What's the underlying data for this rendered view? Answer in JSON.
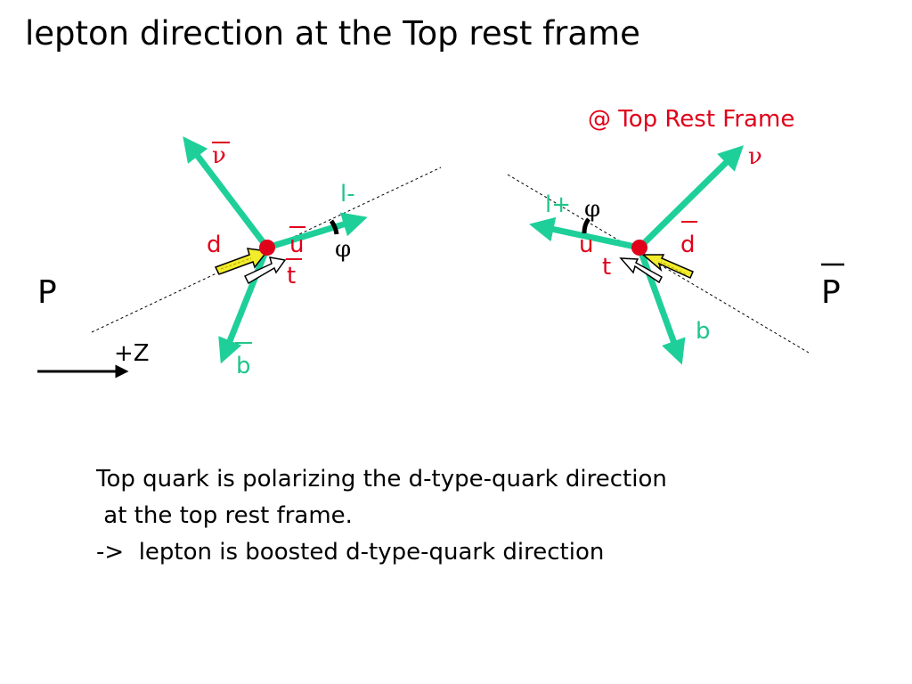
{
  "title": "lepton direction at the Top rest frame",
  "subtitle": "@ Top Rest Frame",
  "caption": [
    "Top quark is polarizing the d-type-quark direction",
    " at the top rest frame.",
    "->  lepton is boosted d-type-quark direction"
  ],
  "colors": {
    "particle_arrow": "#1fcf9a",
    "quark_label": "#e0001a",
    "lepton_label": "#21c58a",
    "vertex": "#e0001a",
    "d_arrow": "#f2ec2c"
  },
  "left_frame": {
    "beam_label": "P",
    "axis_label": "+Z",
    "neutrino_label": "ν",
    "lepton_label": "l-",
    "angle_label": "φ",
    "quark_d_label": "d",
    "quark_u_label": "u",
    "top_label": "t",
    "b_label": "b"
  },
  "right_frame": {
    "beam_label": "P",
    "neutrino_label": "ν",
    "lepton_label": "l+",
    "angle_label": "φ",
    "quark_d_label": "d",
    "quark_u_label": "u",
    "top_label": "t",
    "b_label": "b"
  }
}
